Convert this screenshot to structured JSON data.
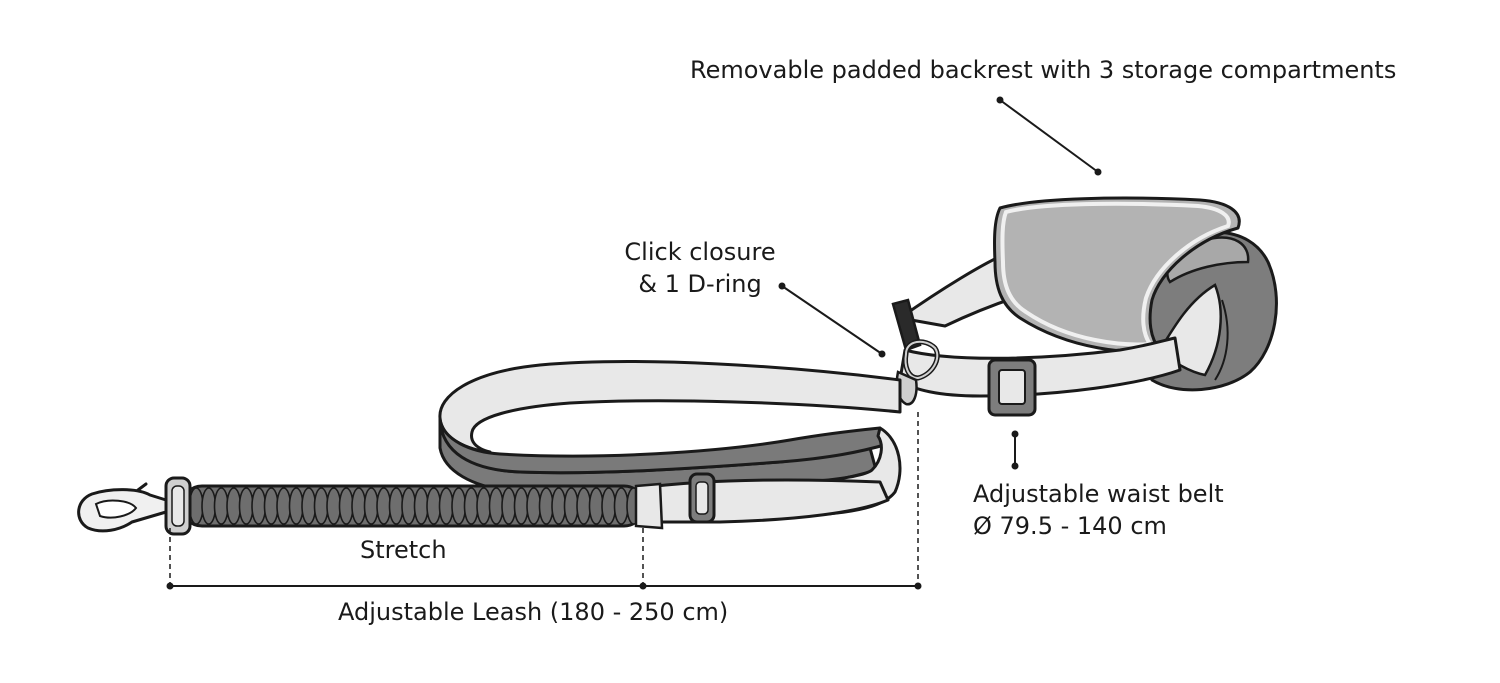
{
  "labels": {
    "backrest": "Removable padded backrest with 3 storage compartments",
    "click_closure_line1": "Click closure",
    "click_closure_line2": "& 1 D-ring",
    "waist_belt_line1": "Adjustable waist belt",
    "waist_belt_line2": "Ø 79.5 - 140 cm",
    "stretch": "Stretch",
    "leash": "Adjustable Leash (180 - 250 cm)"
  },
  "colors": {
    "outline": "#1a1a1a",
    "webbing_light": "#e8e8e8",
    "webbing_dark": "#7a7a7a",
    "pad_gray": "#b3b3b3",
    "pouch_dark": "#7d7d7d",
    "bungee": "#6e6e6e"
  }
}
